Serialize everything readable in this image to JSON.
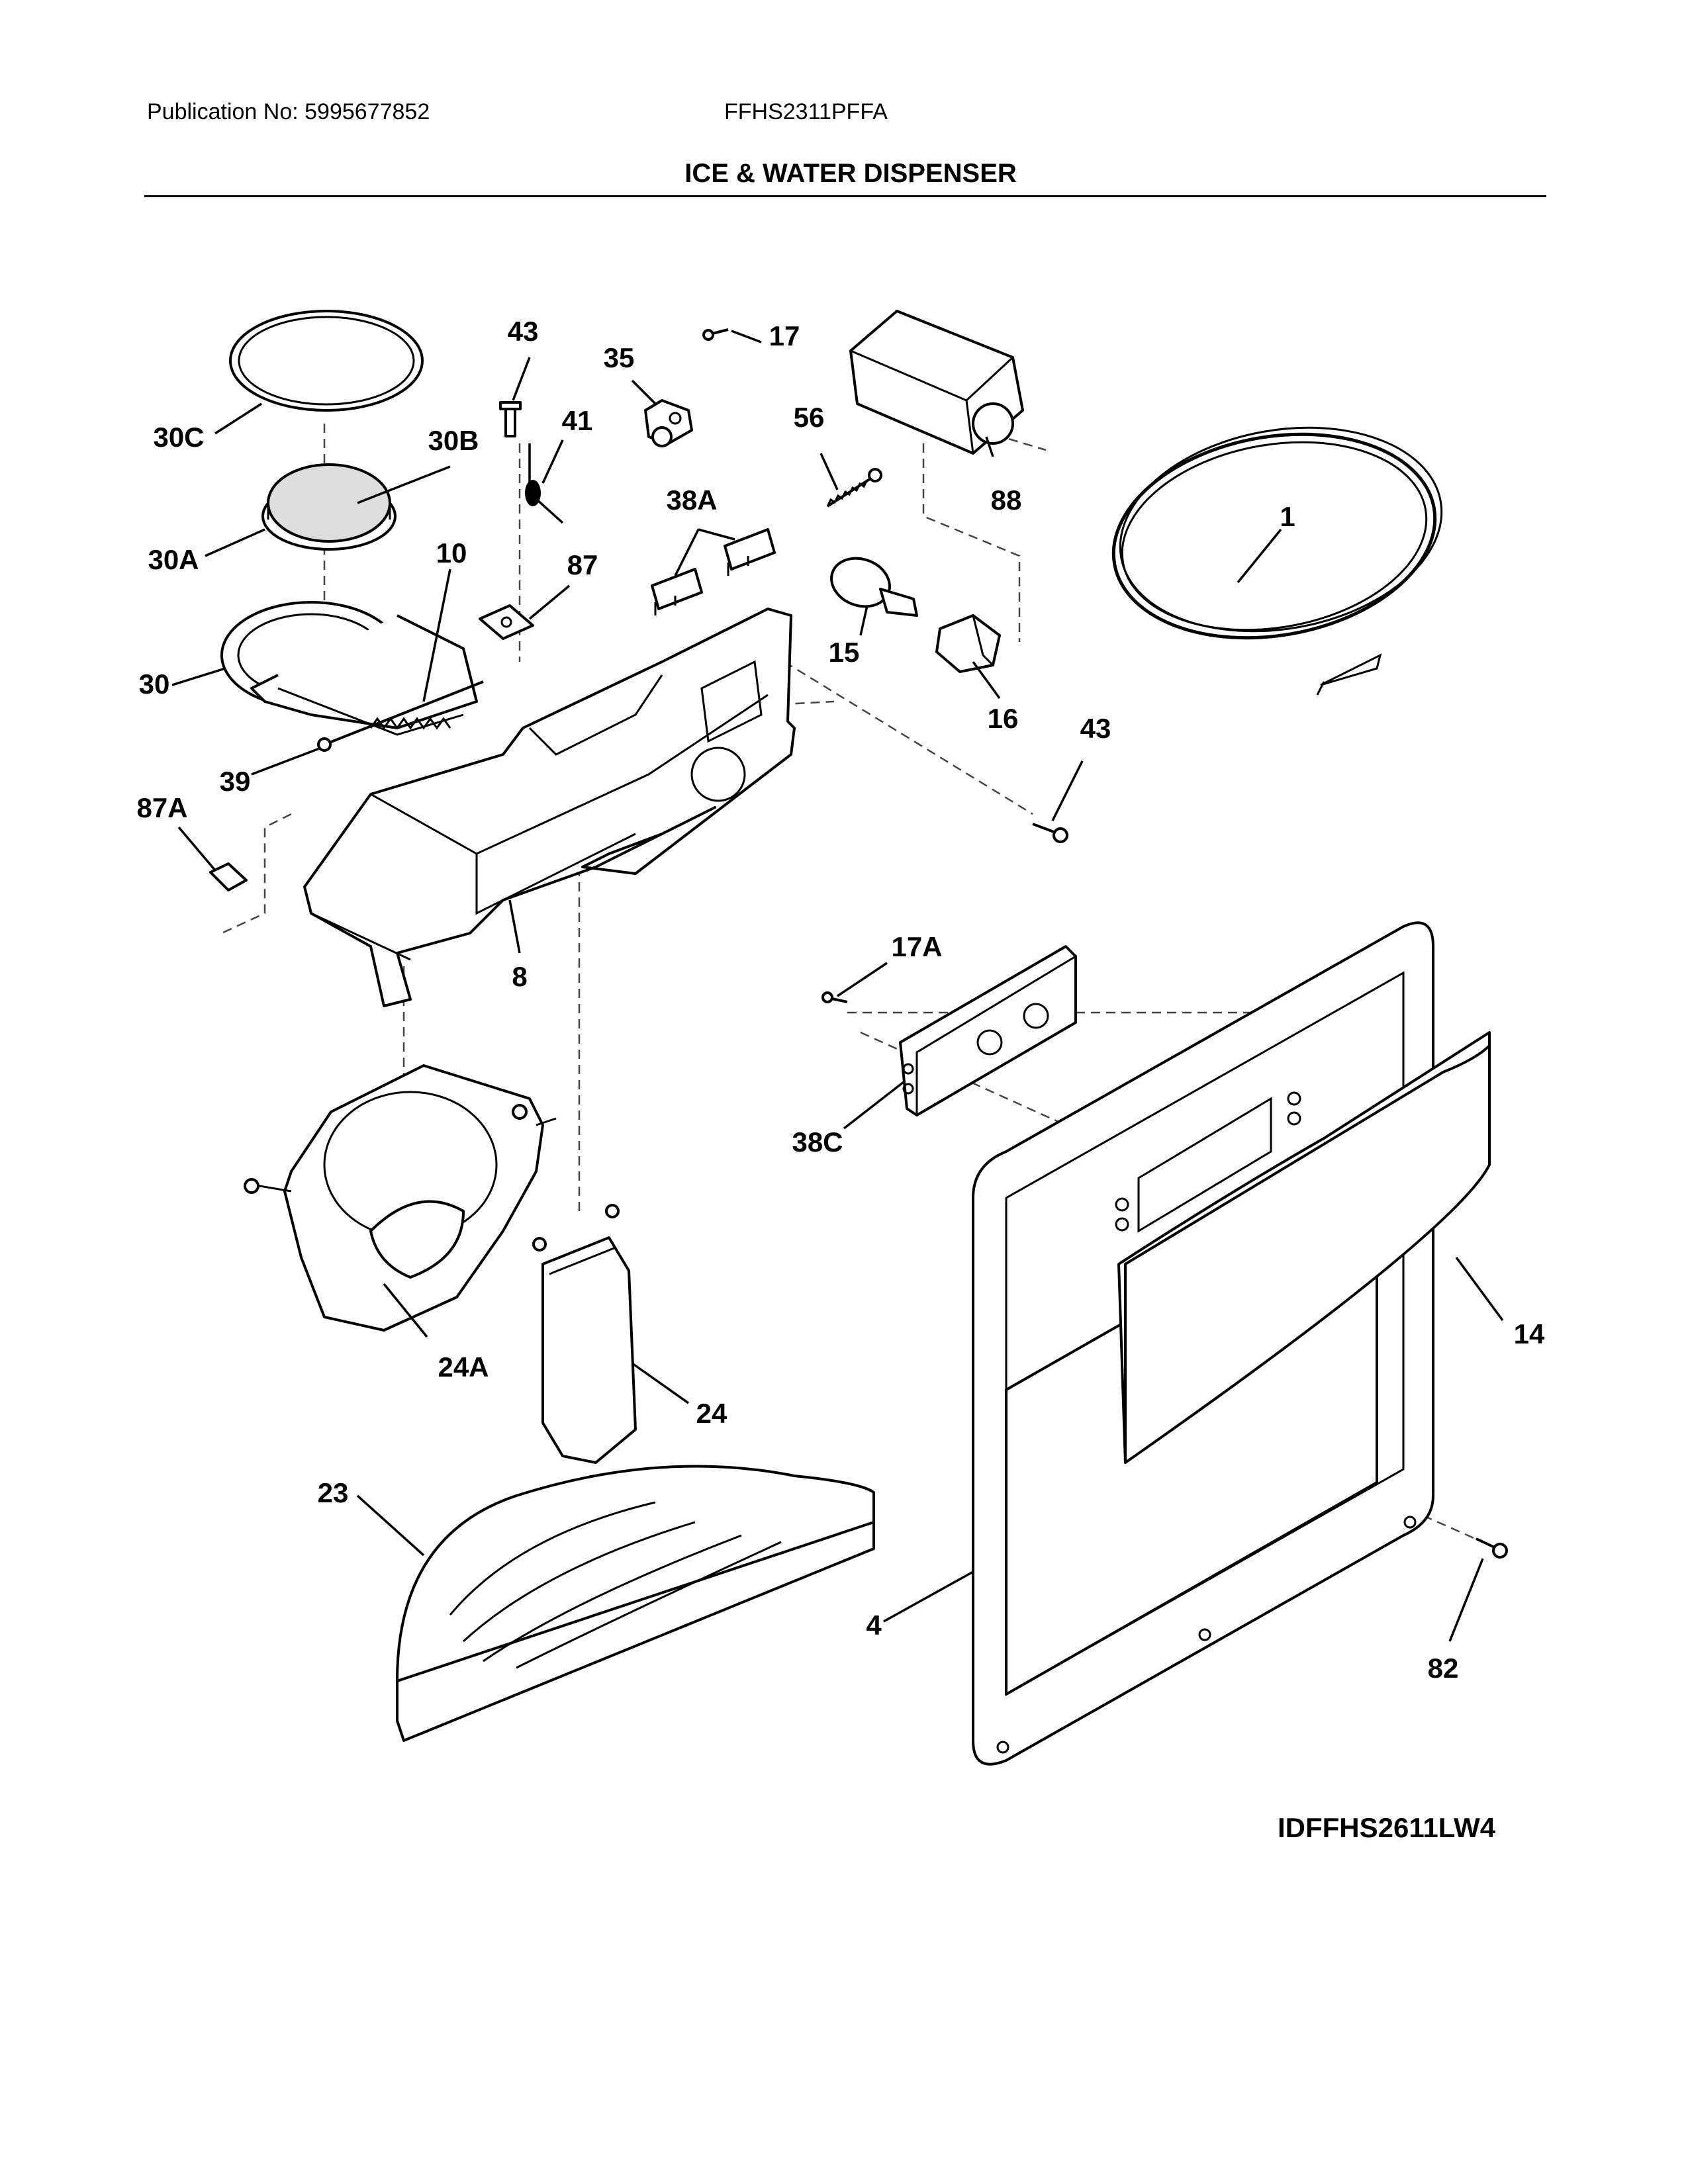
{
  "header": {
    "publication": "Publication No: 5995677852",
    "model": "FFHS2311PFFA",
    "title": "ICE & WATER DISPENSER"
  },
  "diagram_code": "IDFFHS2611LW4",
  "callouts": [
    "43",
    "17",
    "35",
    "41",
    "56",
    "30C",
    "30B",
    "38A",
    "88",
    "1",
    "30A",
    "10",
    "87",
    "15",
    "30",
    "16",
    "43",
    "39",
    "87A",
    "8",
    "17A",
    "38C",
    "14",
    "24A",
    "24",
    "23",
    "4",
    "82"
  ]
}
